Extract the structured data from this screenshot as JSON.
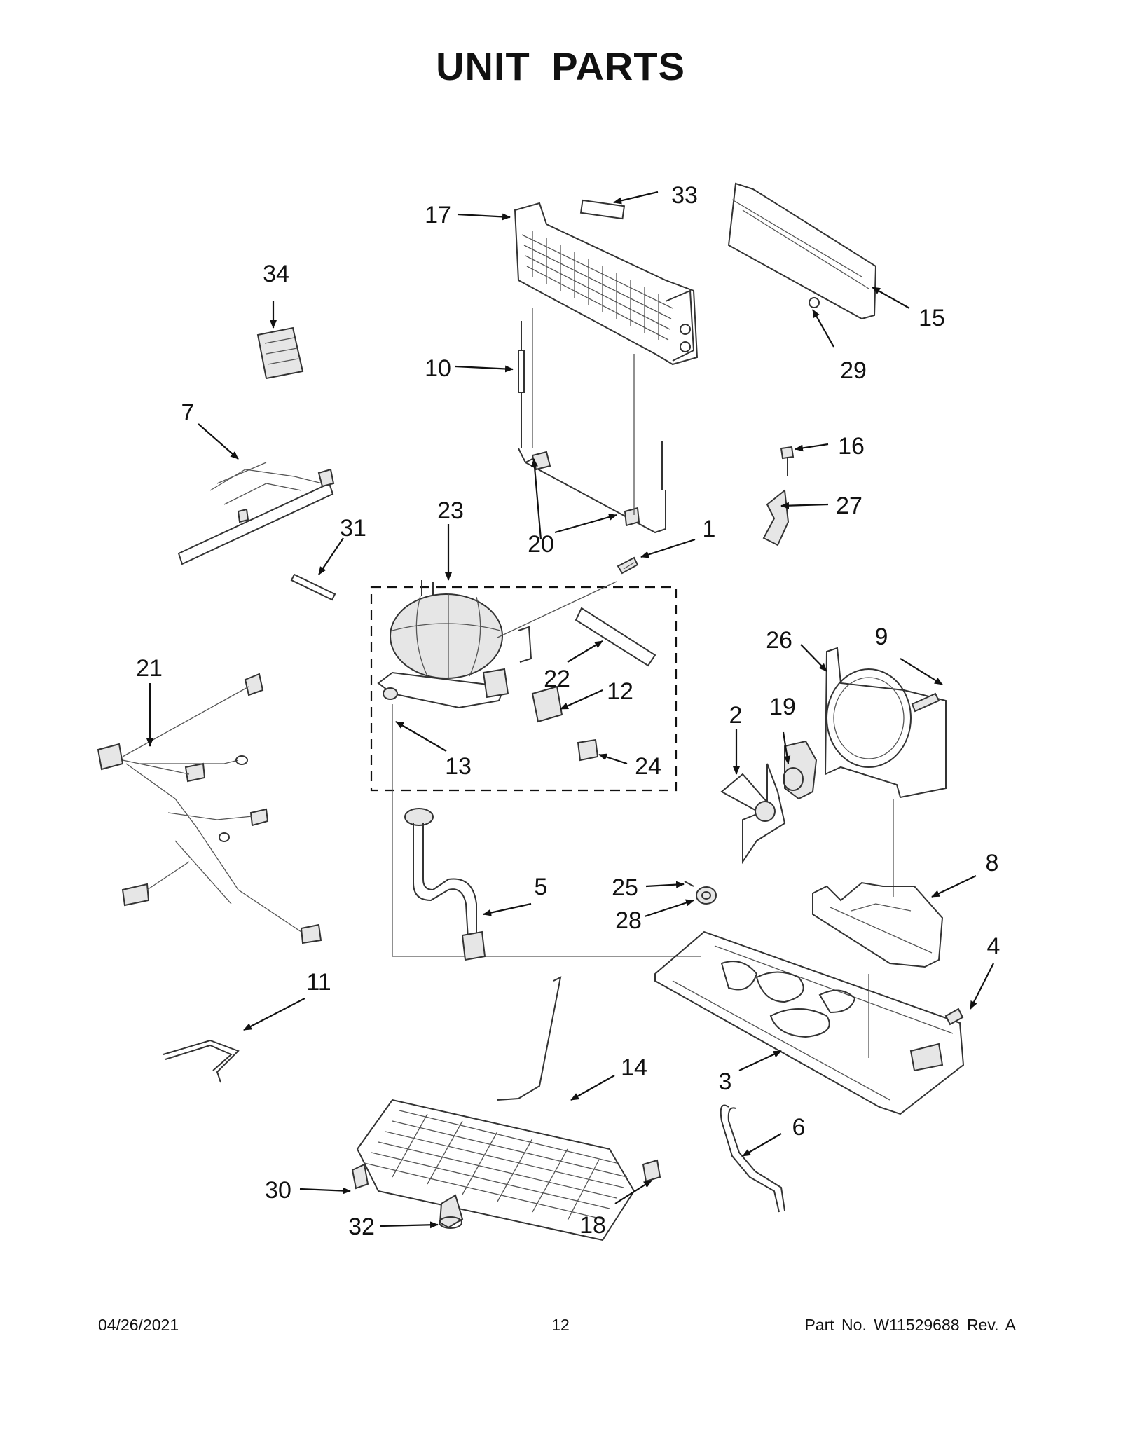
{
  "page": {
    "title": "UNIT  PARTS",
    "footer": {
      "date": "04/26/2021",
      "page_number": "12",
      "part_no": "Part No.  W11529688  Rev.  A"
    }
  },
  "callouts": [
    "1",
    "2",
    "3",
    "4",
    "5",
    "6",
    "7",
    "8",
    "9",
    "10",
    "11",
    "12",
    "13",
    "14",
    "15",
    "16",
    "17",
    "18",
    "19",
    "20",
    "21",
    "22",
    "23",
    "24",
    "25",
    "26",
    "27",
    "28",
    "29",
    "30",
    "31",
    "32",
    "33",
    "34"
  ],
  "colors": {
    "line": "#333333",
    "fill": "#e6e6e6",
    "text": "#111111"
  }
}
